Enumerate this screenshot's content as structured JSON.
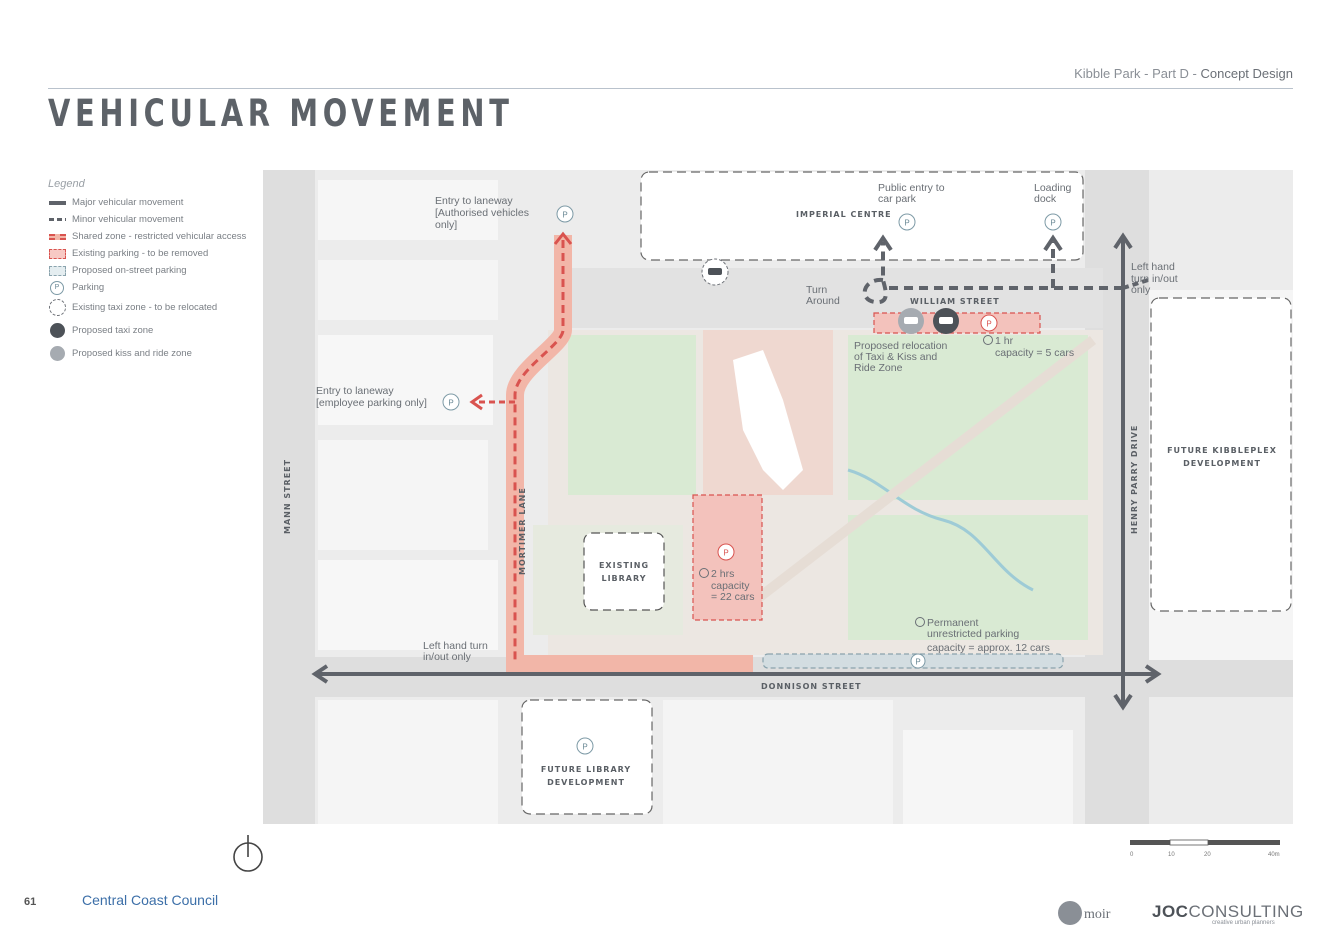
{
  "header": {
    "project": "Kibble Park - Part D - ",
    "section": "Concept Design",
    "title": "VEHICULAR MOVEMENT"
  },
  "legend": {
    "title": "Legend",
    "items": [
      {
        "icon": "major-movement-line",
        "label": "Major vehicular movement"
      },
      {
        "icon": "minor-movement-line",
        "label": "Minor vehicular movement"
      },
      {
        "icon": "shared-zone-swatch",
        "label": "Shared zone - restricted vehicular access"
      },
      {
        "icon": "existing-parking-swatch",
        "label": "Existing parking - to be removed"
      },
      {
        "icon": "proposed-parking-swatch",
        "label": "Proposed on-street parking"
      },
      {
        "icon": "parking-icon",
        "label": "Parking"
      },
      {
        "icon": "existing-taxi-icon",
        "label": "Existing taxi zone - to be relocated"
      },
      {
        "icon": "proposed-taxi-icon",
        "label": "Proposed taxi zone"
      },
      {
        "icon": "kiss-ride-icon",
        "label": "Proposed kiss and ride zone"
      }
    ]
  },
  "map": {
    "streets": {
      "mann": "MANN STREET",
      "mortimer": "MORTIMER LANE",
      "william": "WILLIAM STREET",
      "henry_parry": "HENRY PARRY DRIVE",
      "donnison": "DONNISON STREET"
    },
    "buildings": {
      "imperial_centre": "IMPERIAL CENTRE",
      "existing_library_1": "EXISTING",
      "existing_library_2": "LIBRARY",
      "future_library_1": "FUTURE LIBRARY",
      "future_library_2": "DEVELOPMENT",
      "kibbleplex_1": "FUTURE KIBBLEPLEX",
      "kibbleplex_2": "DEVELOPMENT"
    },
    "annotations": {
      "laneway_authorised": [
        "Entry to laneway",
        "[Authorised vehicles",
        "only]"
      ],
      "public_entry": [
        "Public entry to",
        "car park"
      ],
      "loading_dock": [
        "Loading",
        "dock"
      ],
      "turn_around": [
        "Turn",
        "Around"
      ],
      "left_hand_north": [
        "Left hand",
        "turn in/out",
        "only"
      ],
      "laneway_employee": [
        "Entry to laneway",
        "[employee parking only]"
      ],
      "relocation": [
        "Proposed relocation",
        "of Taxi & Kiss and",
        "Ride Zone"
      ],
      "one_hour_time": "1 hr",
      "one_hour_capacity": "capacity = 5 cars",
      "two_hours_time": "2 hrs",
      "two_hours_capacity": [
        "capacity",
        "= 22 cars"
      ],
      "permanent": [
        "Permanent",
        "unrestricted parking",
        "capacity = approx. 12 cars"
      ],
      "left_hand_south": [
        "Left hand turn",
        "in/out only"
      ]
    },
    "parking_symbol": "P"
  },
  "scale_bar": {
    "ticks": [
      "0",
      "10",
      "20",
      "40m"
    ]
  },
  "footer": {
    "page_number": "61",
    "council": "Central Coast Council",
    "logo_moir": "moir",
    "logo_joc_bold": "JOC",
    "logo_joc_rest": "CONSULTING",
    "logo_joc_sub": "creative urban planners"
  },
  "colors": {
    "major_line": "#5f636a",
    "shared_zone": "#f2b6a8",
    "red_accent": "#d9534f",
    "park_green": "#d9ead3",
    "title_grey": "#5d6268",
    "council_blue": "#3c6fa8"
  }
}
